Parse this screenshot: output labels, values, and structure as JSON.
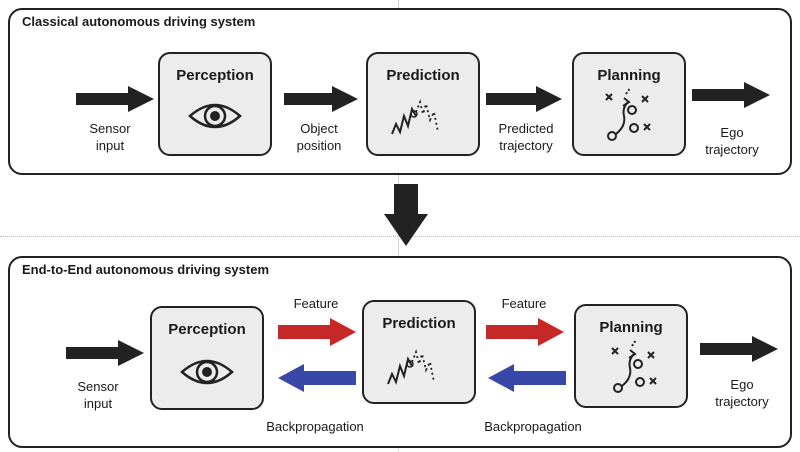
{
  "top_panel": {
    "title": "Classical autonomous driving system",
    "modules": {
      "perception": "Perception",
      "prediction": "Prediction",
      "planning": "Planning"
    },
    "captions": {
      "sensor_line1": "Sensor",
      "sensor_line2": "input",
      "object_line1": "Object",
      "object_line2": "position",
      "predicted_line1": "Predicted",
      "predicted_line2": "trajectory",
      "ego_line1": "Ego",
      "ego_line2": "trajectory"
    }
  },
  "bottom_panel": {
    "title": "End-to-End autonomous driving system",
    "modules": {
      "perception": "Perception",
      "prediction": "Prediction",
      "planning": "Planning"
    },
    "captions": {
      "sensor_line1": "Sensor",
      "sensor_line2": "input",
      "feature_left": "Feature",
      "feature_right": "Feature",
      "backprop_left": "Backpropagation",
      "backprop_right": "Backpropagation",
      "ego_line1": "Ego",
      "ego_line2": "trajectory"
    }
  },
  "colors": {
    "feature_arrow": "#c62828",
    "backprop_arrow": "#3848a8",
    "flow_arrow": "#222222",
    "module_fill": "#ececec"
  }
}
